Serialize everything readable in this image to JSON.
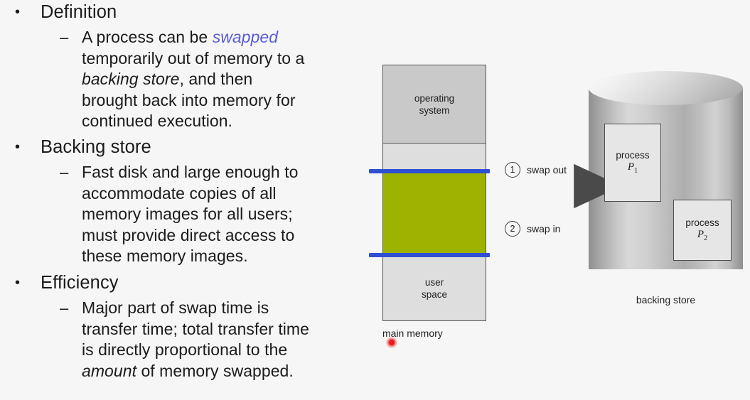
{
  "slide": {
    "bullets": [
      {
        "heading": "Definition",
        "marker": "•",
        "sub_marker": "–",
        "sub_segments": [
          {
            "text": "A process can be ",
            "style": "normal"
          },
          {
            "text": "swapped",
            "style": "swapped"
          },
          {
            "text": "\ntemporarily out of memory to a\n",
            "style": "normal"
          },
          {
            "text": "backing store",
            "style": "italic"
          },
          {
            "text": ", and then\nbrought back into memory for\ncontinued execution.",
            "style": "normal"
          }
        ]
      },
      {
        "heading": "Backing store",
        "marker": "•",
        "sub_marker": "–",
        "sub_segments": [
          {
            "text": "Fast disk and large enough to\naccommodate copies of all\nmemory images for all users;\nmust provide direct access to\nthese memory images.",
            "style": "normal"
          }
        ]
      },
      {
        "heading": "Efficiency",
        "marker": "•",
        "sub_marker": "–",
        "sub_segments": [
          {
            "text": "Major part of swap time is\ntransfer time; total transfer time\nis directly proportional to the\n",
            "style": "normal"
          },
          {
            "text": "amount",
            "style": "italic"
          },
          {
            "text": " of memory swapped.",
            "style": "normal"
          }
        ]
      }
    ]
  },
  "diagram": {
    "main_memory": {
      "os_label": "operating\nsystem",
      "user_space_label": "user\nspace",
      "caption": "main memory",
      "swapped_region_color": "#9db300",
      "marker_line_color": "#2f4fd4",
      "os_fill": "#c9c9c9",
      "memory_fill": "#dedede"
    },
    "steps": [
      {
        "number": "1",
        "label": "swap out"
      },
      {
        "number": "2",
        "label": "swap in"
      }
    ],
    "backing_store": {
      "caption": "backing store",
      "processes": [
        {
          "line1": "process",
          "name": "P",
          "subscript": "1"
        },
        {
          "line1": "process",
          "name": "P",
          "subscript": "2"
        }
      ]
    }
  }
}
